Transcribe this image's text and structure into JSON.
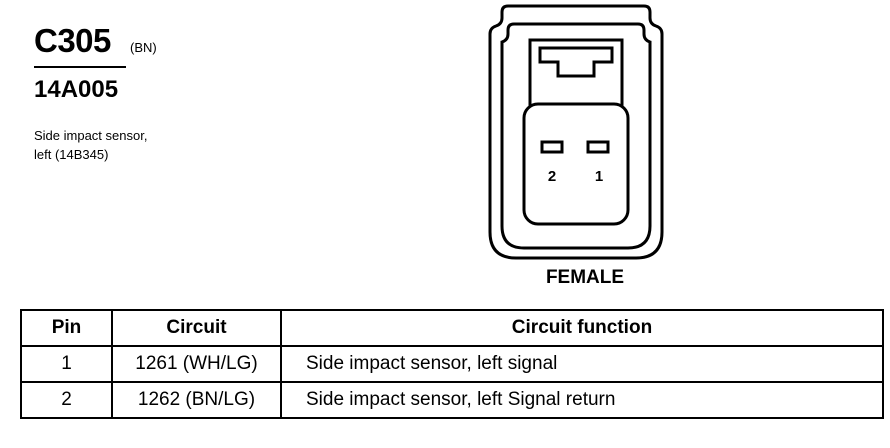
{
  "connector": {
    "id": "C305",
    "color_code": "(BN)",
    "part_number": "14A005",
    "description_line1": "Side impact sensor,",
    "description_line2": "left (14B345)",
    "view": "FEMALE",
    "pin_labels": [
      "2",
      "1"
    ]
  },
  "table": {
    "headers": [
      "Pin",
      "Circuit",
      "Circuit function"
    ],
    "rows": [
      {
        "pin": "1",
        "circuit": "1261 (WH/LG)",
        "function": "Side impact sensor, left  signal"
      },
      {
        "pin": "2",
        "circuit": "1262 (BN/LG)",
        "function": "Side impact sensor, left  Signal return"
      }
    ]
  }
}
